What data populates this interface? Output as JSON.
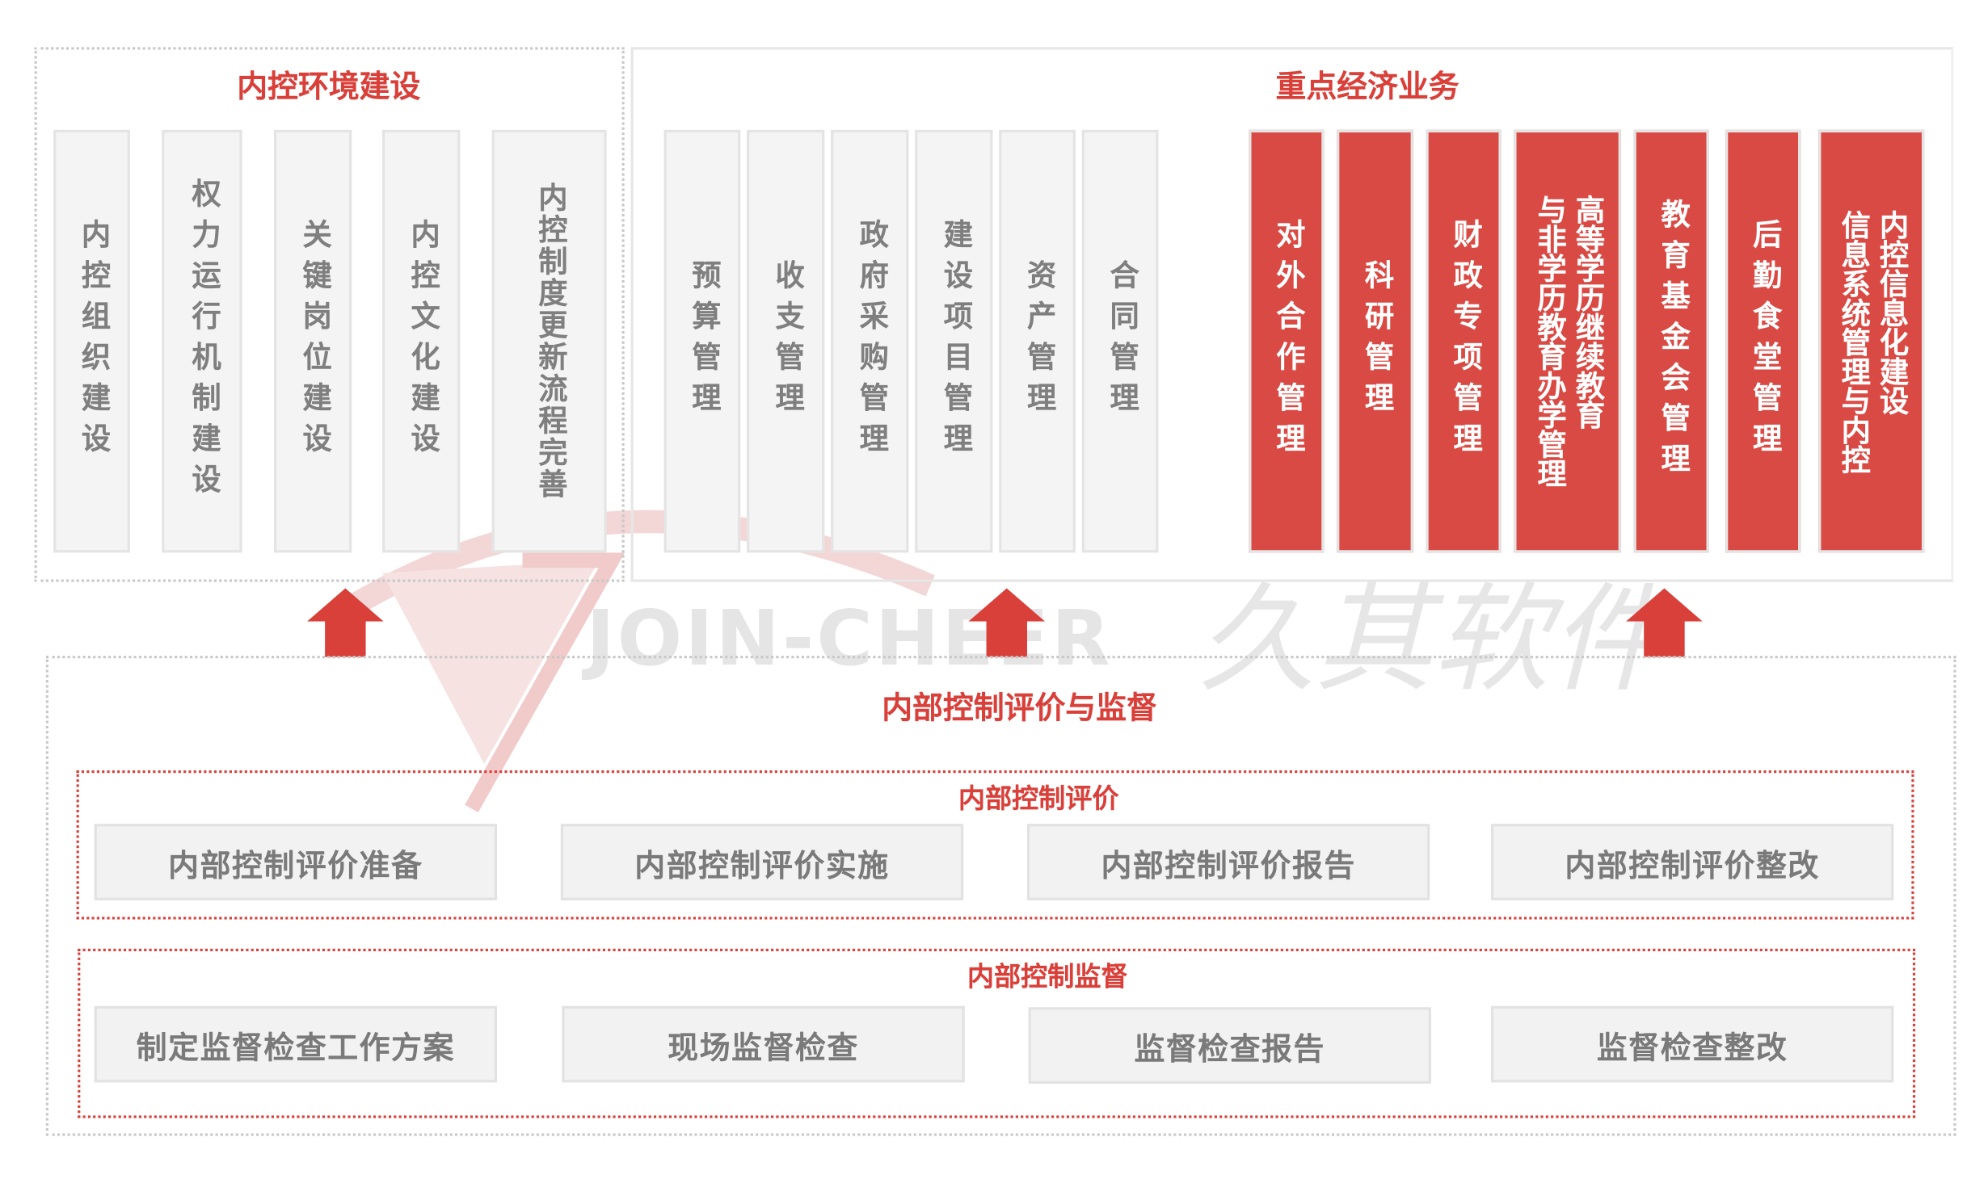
{
  "environment": {
    "title": "内控环境建设",
    "items": [
      "内控组织建设",
      "权力运行机制建设",
      "关键岗位建设",
      "内控文化建设",
      "内控制度更新流程完善"
    ]
  },
  "business": {
    "title": "重点经济业务",
    "gray_items": [
      "预算管理",
      "收支管理",
      "政府采购管理",
      "建设项目管理",
      "资产管理",
      "合同管理"
    ],
    "red_items": [
      {
        "lines": [
          "对外合作管理"
        ]
      },
      {
        "lines": [
          "科研管理"
        ]
      },
      {
        "lines": [
          "财政专项管理"
        ]
      },
      {
        "lines": [
          "高等学历继续教育",
          "与非学历教育办学管理"
        ]
      },
      {
        "lines": [
          "教育基金会管理"
        ]
      },
      {
        "lines": [
          "后勤食堂管理"
        ]
      },
      {
        "lines": [
          "内控信息化建设",
          "信息系统管理与内控"
        ]
      }
    ]
  },
  "evaluation_supervision": {
    "title": "内部控制评价与监督",
    "evaluation": {
      "title": "内部控制评价",
      "items": [
        "内部控制评价准备",
        "内部控制评价实施",
        "内部控制评价报告",
        "内部控制评价整改"
      ]
    },
    "supervision": {
      "title": "内部控制监督",
      "items": [
        "制定监督检查工作方案",
        "现场监督检查",
        "监督检查报告",
        "监督检查整改"
      ]
    }
  },
  "watermark": {
    "latin": "JOIN-CHEER",
    "chinese": "久其软件"
  },
  "colors": {
    "accent": "#d9403a",
    "red_block": "#d94a44",
    "gray_block": "#f4f4f4",
    "gray_text": "#7f7f7f"
  }
}
